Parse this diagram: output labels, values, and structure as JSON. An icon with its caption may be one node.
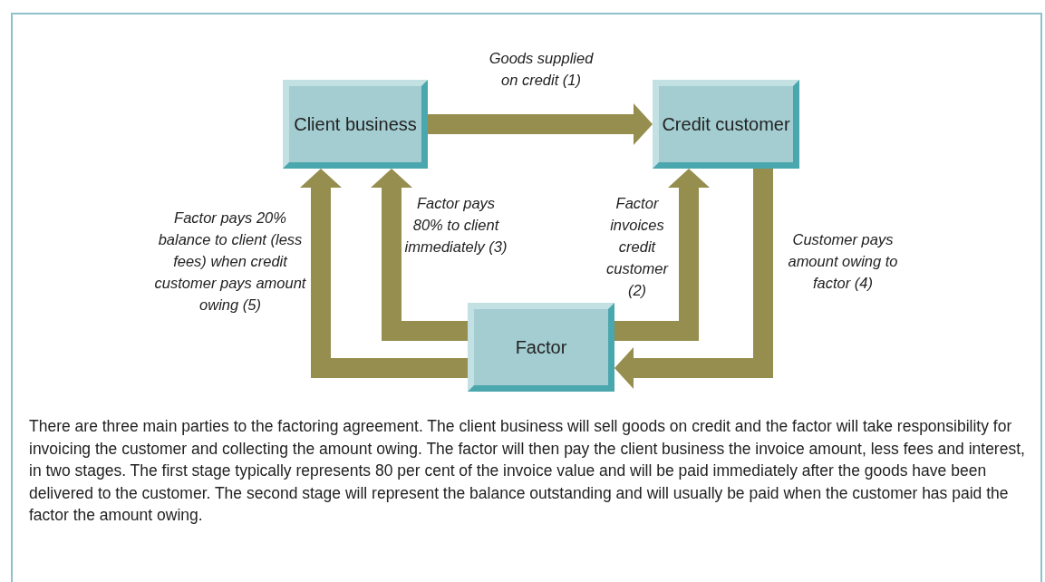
{
  "diagram": {
    "caption": "There are three main parties to the factoring agreement. The client business will sell goods on credit and the factor will take responsibility for invoicing the customer and collecting the amount owing. The factor will then pay the client business the invoice amount, less fees and interest, in two stages. The first stage typically represents 80 per cent of the invoice value and will be paid immediately after the goods have been delivered to the customer. The second stage will represent the balance outstanding and will usually be paid when the customer has paid the factor the amount owing.",
    "nodes": [
      {
        "text": [
          "Client business"
        ]
      },
      {
        "text": [
          "Credit customer"
        ]
      },
      {
        "text": [
          "Factor"
        ]
      }
    ],
    "edges": [
      {
        "from": 0,
        "to": 1,
        "arrow": "to",
        "label": "Goods supplied on credit (1)"
      },
      {
        "from": 2,
        "to": 1,
        "arrow": "to",
        "label": "Factor invoices credit customer (2)"
      },
      {
        "from": 2,
        "to": 0,
        "arrow": "to",
        "label": "Factor pays 80% to client immediately (3)"
      },
      {
        "from": 1,
        "to": 2,
        "arrow": "to",
        "label": "Customer pays amount owing to factor (4)"
      },
      {
        "from": 2,
        "to": 0,
        "arrow": "to",
        "label": "Factor pays 20% balance to client (less fees) when credit customer pays amount owing (5)"
      }
    ]
  }
}
